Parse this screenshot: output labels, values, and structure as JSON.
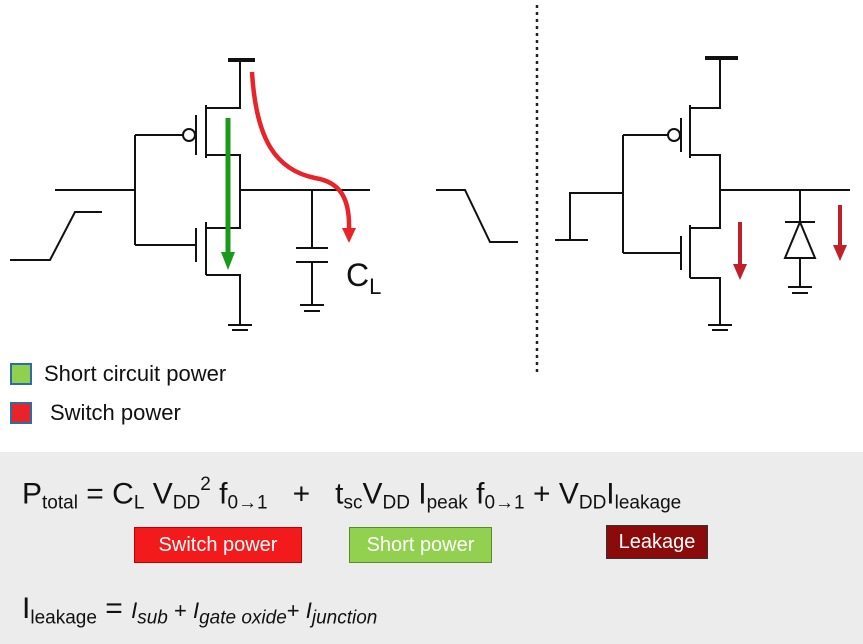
{
  "diagram": {
    "load_cap_label": {
      "main": "C",
      "sub": "L"
    }
  },
  "legend": [
    {
      "label": "Short circuit power",
      "color": "#8fd14f"
    },
    {
      "label": "Switch power",
      "color": "#e8232a"
    }
  ],
  "equations": {
    "p_total": {
      "p": "P",
      "total": "total",
      "eq": " = ",
      "c": "C",
      "l": "L",
      "v1": " V",
      "dd1": "DD",
      "sq": "2",
      "f1": " f",
      "f1sub": "0→1",
      "plus1": "   +   ",
      "t": "t",
      "sc": "sc",
      "v2": "V",
      "dd2": "DD",
      "i1": " I",
      "peak": "peak",
      "f2": " f",
      "f2sub": "0→1",
      "plus2": " + ",
      "v3": "V",
      "dd3": "DD",
      "i2": "I",
      "leak": "leakage"
    },
    "i_leakage": {
      "i": "I",
      "leak": "leakage",
      "eq": " = ",
      "t1": "I",
      "s1": "sub",
      "p1": " + ",
      "t2": "I",
      "s2": "gate oxide",
      "p2": "+ ",
      "t3": "I",
      "s3": "junction"
    }
  },
  "badges": {
    "switch": {
      "label": "Switch power",
      "bg": "#f21a1a",
      "fg": "#ffffff"
    },
    "short": {
      "label": "Short power",
      "bg": "#92d050",
      "fg": "#ffffff"
    },
    "leakage": {
      "label": "Leakage",
      "bg": "#8b0a0a",
      "fg": "#ffffff"
    }
  }
}
